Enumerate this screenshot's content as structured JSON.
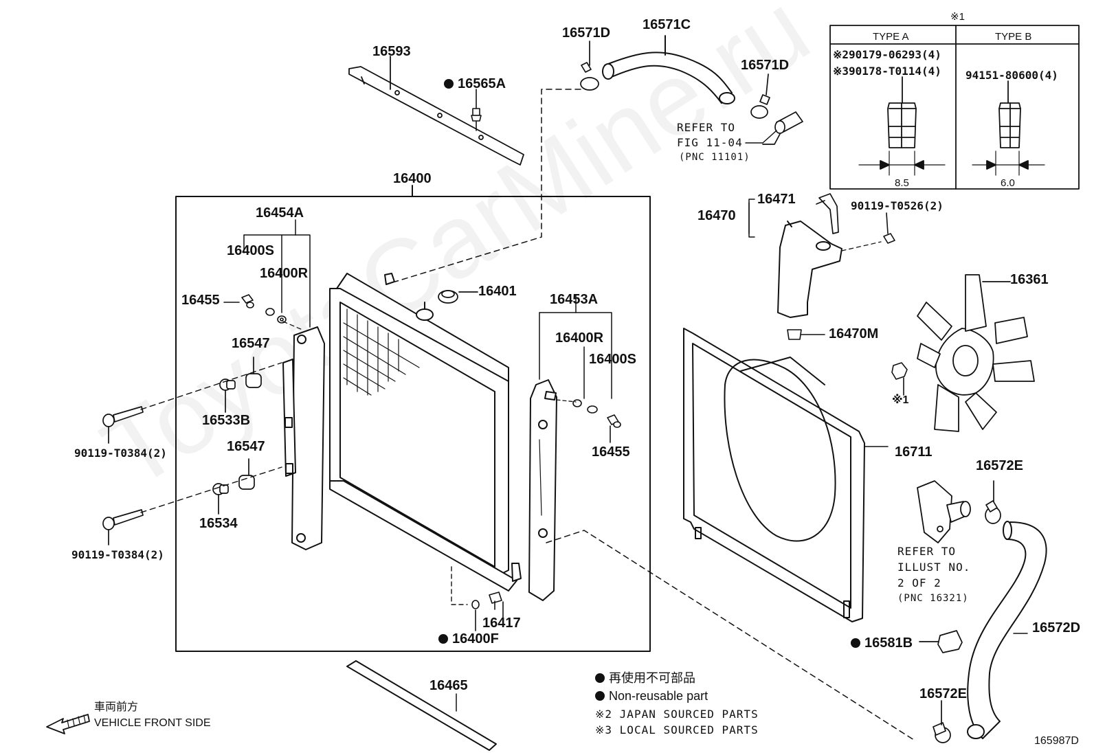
{
  "watermark": "ToyotaCarMine.ru",
  "labels": {
    "p16593": "16593",
    "p16565A": "16565A",
    "p16571D_a": "16571D",
    "p16571C": "16571C",
    "p16571D_b": "16571D",
    "p16400": "16400",
    "p16454A": "16454A",
    "p16400S_a": "16400S",
    "p16400R_a": "16400R",
    "p16455_a": "16455",
    "p16547_a": "16547",
    "p16533B": "16533B",
    "p16547_b": "16547",
    "p16534": "16534",
    "p90119_a": "90119-T0384(2)",
    "p90119_b": "90119-T0384(2)",
    "p16401": "16401",
    "p16453A": "16453A",
    "p16400R_b": "16400R",
    "p16400S_b": "16400S",
    "p16455_b": "16455",
    "p16417": "16417",
    "p16400F": "16400F",
    "p16465": "16465",
    "p16470": "16470",
    "p16471": "16471",
    "p90119_T0526": "90119-T0526(2)",
    "p16470M": "16470M",
    "p16361": "16361",
    "pmark1": "※1",
    "p16711": "16711",
    "p16572E_a": "16572E",
    "p16572D": "16572D",
    "p16581B": "16581B",
    "p16572E_b": "16572E"
  },
  "refer_fig": {
    "line1": "REFER TO",
    "line2": "FIG 11-04",
    "line3": "(PNC 11101)"
  },
  "refer_illust": {
    "line1": "REFER TO",
    "line2": "ILLUST NO.",
    "line3": "2 OF 2",
    "line4": "(PNC 16321)"
  },
  "table": {
    "mark": "※1",
    "type_a": "TYPE A",
    "type_b": "TYPE B",
    "a_row1": "※290179-06293(4)",
    "a_row2": "※390178-T0114(4)",
    "b_row1": "94151-80600(4)",
    "a_dim": "8.5",
    "b_dim": "6.0"
  },
  "legend": {
    "jp": "再使用不可部品",
    "en": "Non-reusable part",
    "note2": "※2 JAPAN SOURCED PARTS",
    "note3": "※3 LOCAL SOURCED PARTS"
  },
  "front": {
    "jp": "車両前方",
    "en": "VEHICLE FRONT SIDE"
  },
  "figure_id": "165987D"
}
